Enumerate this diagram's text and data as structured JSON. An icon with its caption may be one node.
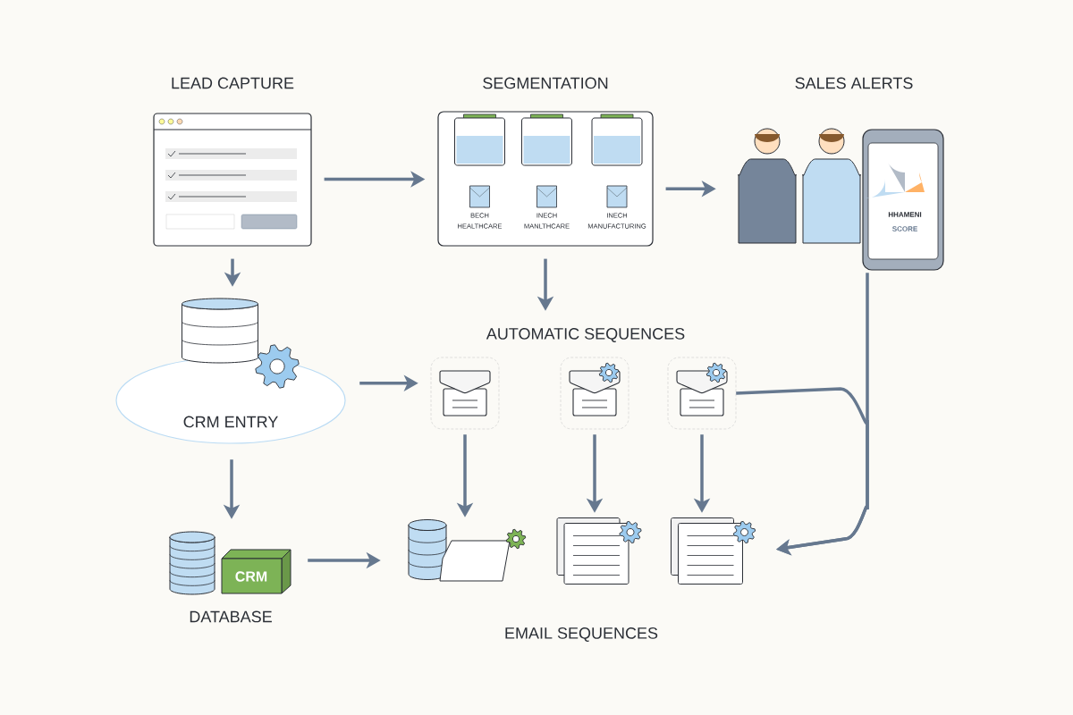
{
  "diagram": {
    "nodes": [
      {
        "text": [
          "LEAD CAPTURE"
        ]
      },
      {
        "text": [
          "SEGMENTATION"
        ]
      },
      {
        "text": [
          "BECH HEALTHCARE"
        ],
        "in": 1
      },
      {
        "text": [
          "INECH MANLTHCARE"
        ],
        "in": 1
      },
      {
        "text": [
          "INECH MANUFACTURING"
        ],
        "in": 1
      },
      {
        "text": [
          "SALES ALERTS"
        ]
      },
      {
        "text": [
          "CRM ENTRY"
        ]
      },
      {
        "text": [
          "AUTOMATIC SEQUENCES"
        ]
      },
      {
        "text": [],
        "shape": "envelope"
      },
      {
        "text": [],
        "shape": "envelope"
      },
      {
        "text": [],
        "shape": "envelope"
      },
      {
        "text": [
          "DATABASE"
        ]
      },
      {
        "text": [],
        "shape": "picture"
      },
      {
        "text": [],
        "shape": "picture"
      },
      {
        "text": [],
        "shape": "picture"
      }
    ],
    "edges": [
      {
        "from": 0,
        "to": 1,
        "arrow": "to"
      },
      {
        "from": 1,
        "to": 5,
        "arrow": "to"
      },
      {
        "from": 0,
        "to": 6,
        "arrow": "to"
      },
      {
        "from": 1,
        "to": 7,
        "arrow": "to"
      },
      {
        "from": 6,
        "to": 8,
        "arrow": "to"
      },
      {
        "from": 6,
        "to": 11,
        "arrow": "to"
      },
      {
        "from": 11,
        "to": 12,
        "arrow": "to"
      },
      {
        "from": 8,
        "to": 12,
        "arrow": "to"
      },
      {
        "from": 9,
        "to": 13,
        "arrow": "to"
      },
      {
        "from": 10,
        "to": 14,
        "arrow": "to"
      },
      {
        "from": 5,
        "to": 14,
        "arrow": "to"
      },
      {
        "from": 10,
        "to": 14,
        "arrow": "to"
      }
    ],
    "labels": [
      "HHAMENI",
      "SCORE",
      "CRM",
      "EMAIL SEQUENCES"
    ]
  }
}
